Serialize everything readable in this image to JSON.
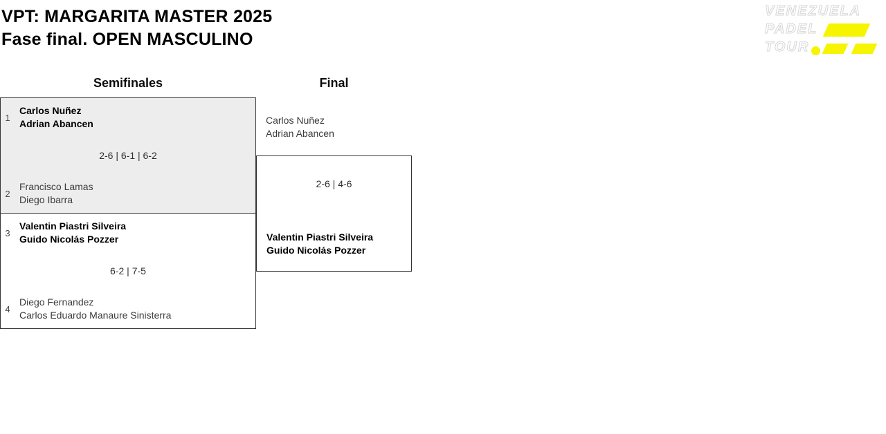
{
  "header": {
    "title_line1": "VPT: MARGARITA MASTER 2025",
    "title_line2": "Fase final. OPEN MASCULINO"
  },
  "logo": {
    "words": [
      "VENEZUELA",
      "PADEL",
      "TOUR"
    ],
    "accent_color": "#f7f400"
  },
  "bracket": {
    "rounds": [
      {
        "label": "Semifinales"
      },
      {
        "label": "Final"
      }
    ],
    "semifinals": [
      {
        "score": "2-6 | 6-1 | 6-2",
        "teams": [
          {
            "seed": "1",
            "players": [
              "Carlos Nuñez",
              "Adrian Abancen"
            ],
            "winner": true
          },
          {
            "seed": "2",
            "players": [
              "Francisco Lamas",
              "Diego Ibarra"
            ],
            "winner": false
          }
        ]
      },
      {
        "score": "6-2 | 7-5",
        "teams": [
          {
            "seed": "3",
            "players": [
              "Valentin Piastri Silveira",
              "Guido Nicolás Pozzer"
            ],
            "winner": true
          },
          {
            "seed": "4",
            "players": [
              "Diego Fernandez",
              "Carlos Eduardo Manaure Sinisterra"
            ],
            "winner": false
          }
        ]
      }
    ],
    "final": {
      "score": "2-6 | 4-6",
      "teams": [
        {
          "players": [
            "Carlos Nuñez",
            "Adrian Abancen"
          ],
          "winner": false
        },
        {
          "players": [
            "Valentin Piastri Silveira",
            "Guido Nicolás Pozzer"
          ],
          "winner": true
        }
      ]
    }
  }
}
